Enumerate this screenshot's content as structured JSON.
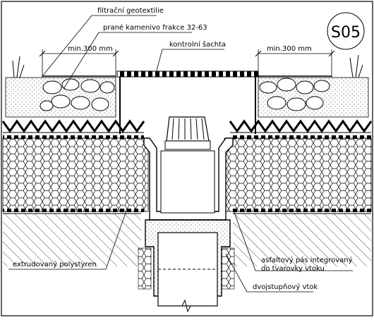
{
  "sheet": {
    "badge": "S05",
    "colors": {
      "ink": "#000000",
      "paper": "#ffffff"
    }
  },
  "labels": {
    "geotextile": "filtrační geotextilie",
    "gravel": "prané kamenivo frakce 32-63",
    "inspection_shaft": "kontrolní šachta",
    "min_left": "min.300 mm",
    "min_right": "min.300 mm",
    "xps": "extrudovaný polystyren",
    "bitumen_strip_line1": "asfaltový pás integrovaný",
    "bitumen_strip_line2": "do tvarovky vtoku",
    "two_stage_drain": "dvojstupňový vtok"
  }
}
